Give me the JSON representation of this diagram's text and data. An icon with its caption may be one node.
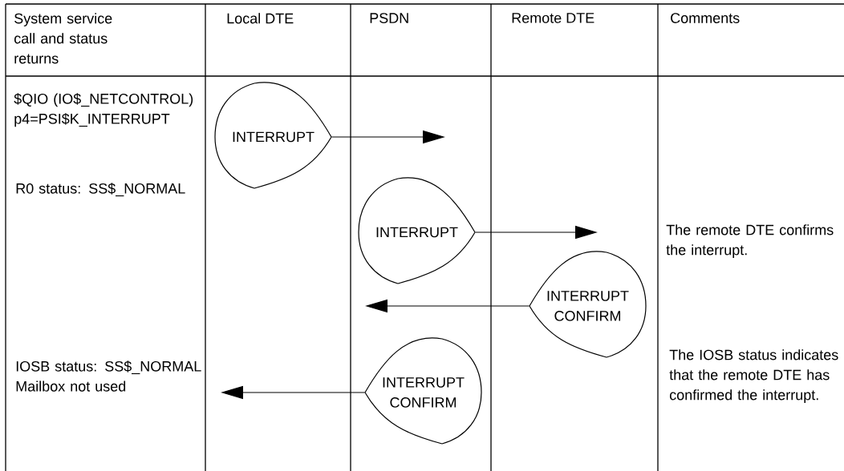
{
  "diagram": {
    "nodes": [
      {
        "text": [
          "INTERRUPT"
        ]
      },
      {
        "text": [
          "INTERRUPT"
        ]
      },
      {
        "text": [
          "INTERRUPT CONFIRM"
        ]
      },
      {
        "text": [
          "INTERRUPT CONFIRM"
        ]
      }
    ],
    "edges": [
      {
        "from": 0,
        "to": null,
        "arrow": "to"
      },
      {
        "from": 1,
        "to": null,
        "arrow": "to"
      },
      {
        "from": 2,
        "to": null,
        "arrow": "to"
      },
      {
        "from": 3,
        "to": null,
        "arrow": "to"
      }
    ],
    "labels": [
      "System service call and status returns",
      "Local DTE",
      "PSDN",
      "Remote DTE",
      "Comments",
      "$QIO (IO$_NETCONTROL) p4=PSI$K_INTERRUPT",
      "R0 status: SS$_NORMAL",
      "The remote DTE confirms the interrupt.",
      "IOSB status: SS$_NORMAL Mailbox not used",
      "The IOSB status indicates that the remote DTE has confirmed the interrupt."
    ]
  }
}
